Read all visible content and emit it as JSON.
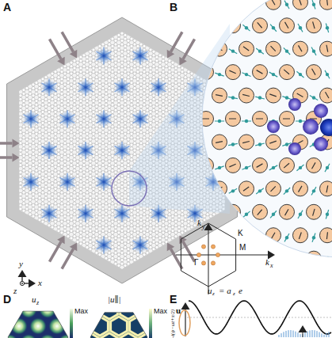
{
  "diagram": {
    "labels": [
      "A",
      "B",
      "y",
      "x",
      "z",
      "k",
      "y",
      "K",
      "M",
      "Γ",
      "k",
      "x",
      "D",
      "u",
      "z",
      "Max",
      "|u∥|",
      "Max",
      "E",
      "u",
      "-i(ψ−ωt+π/2)",
      "u",
      "z",
      "= a",
      "z",
      "e"
    ]
  }
}
